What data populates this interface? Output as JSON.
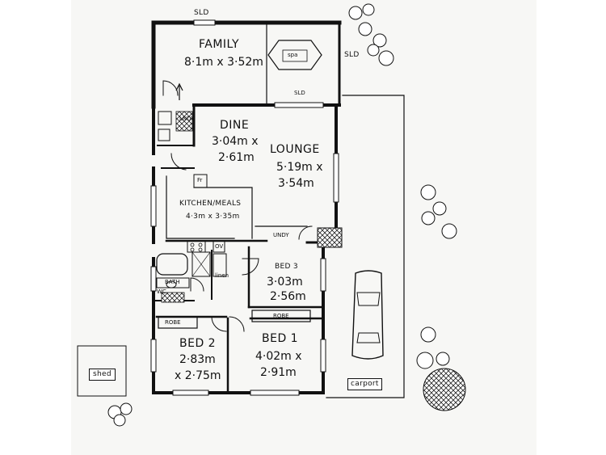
{
  "rooms": {
    "family": {
      "name": "FAMILY",
      "dims": "8·1m x 3·52m"
    },
    "spa": {
      "name": "spa"
    },
    "dine": {
      "name": "DINE",
      "dims_line1": "3·04m x",
      "dims_line2": "2·61m"
    },
    "lounge": {
      "name": "LOUNGE",
      "dims_line1": "5·19m x",
      "dims_line2": "3·54m"
    },
    "kitchen": {
      "name": "KITCHEN/MEALS",
      "dims": "4·3m x 3·35m"
    },
    "bed3": {
      "name": "BED 3",
      "dims_line1": "3·03m",
      "dims_line2": "2·56m"
    },
    "bed2": {
      "name": "BED 2",
      "dims_line1": "2·83m",
      "dims_line2": "x 2·75m"
    },
    "bed1": {
      "name": "BED 1",
      "dims_line1": "4·02m x",
      "dims_line2": "2·91m"
    },
    "bath": {
      "name": "BATH"
    },
    "wc": {
      "name": "WC"
    },
    "lndy": {
      "name": "LNDY"
    },
    "undy": {
      "name": "UNDY"
    },
    "robe_bed2": {
      "name": "ROBE"
    },
    "robe_bed1": {
      "name": "ROBE"
    },
    "carport": {
      "name": "carport"
    },
    "shed": {
      "name": "shed"
    },
    "linen": {
      "name": "linen"
    }
  },
  "annotations": {
    "sld_top": "SLD",
    "sld_right": "SLD",
    "sld_mid": "SLD",
    "fridge": "Fr",
    "oven": "OV"
  },
  "colors": {
    "wall": "#111111",
    "paper": "#f7f7f5",
    "hatch": "#222222"
  }
}
